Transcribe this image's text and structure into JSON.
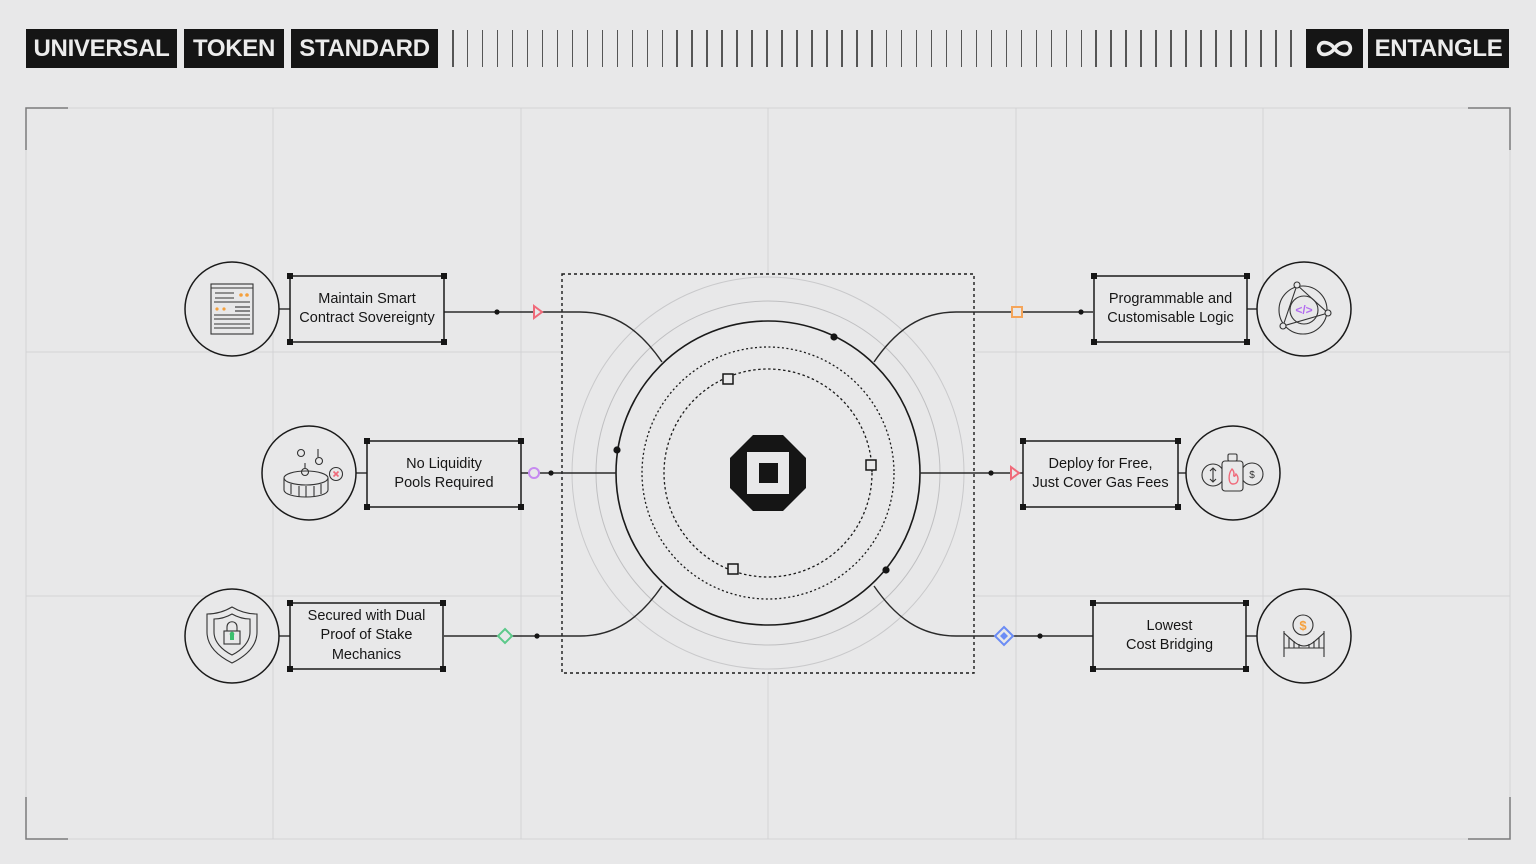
{
  "header": {
    "title_words": [
      "UNIVERSAL",
      "TOKEN",
      "STANDARD"
    ],
    "brand_icon": "infinity-icon",
    "brand_name": "ENTANGLE",
    "tick_count": 57
  },
  "center": {
    "logo_icon": "octagon-square-logo-icon"
  },
  "features": {
    "left": [
      {
        "label_lines": [
          "Maintain Smart",
          "Contract Sovereignty"
        ],
        "icon": "smart-contract-document-icon",
        "connector_marker": "triangle",
        "marker_color": "#f06a7a"
      },
      {
        "label_lines": [
          "No Liquidity",
          "Pools Required"
        ],
        "icon": "liquidity-pool-x-icon",
        "connector_marker": "circle",
        "marker_color": "#c68af0"
      },
      {
        "label_lines": [
          "Secured with Dual",
          "Proof of Stake",
          "Mechanics"
        ],
        "icon": "shield-lock-icon",
        "connector_marker": "diamond",
        "marker_color": "#5cc98a"
      }
    ],
    "right": [
      {
        "label_lines": [
          "Programmable and",
          "Customisable Logic"
        ],
        "icon": "code-network-icon",
        "connector_marker": "square",
        "marker_color": "#f5a55a"
      },
      {
        "label_lines": [
          "Deploy for Free,",
          "Just Cover Gas Fees"
        ],
        "icon": "gas-fee-icon",
        "connector_marker": "triangle",
        "marker_color": "#f06a7a"
      },
      {
        "label_lines": [
          "Lowest",
          "Cost Bridging"
        ],
        "icon": "bridge-dollar-icon",
        "connector_marker": "diamond-filled",
        "marker_color": "#6b8cf5"
      }
    ]
  },
  "colors": {
    "background": "#e8e8e9",
    "ink": "#151515",
    "grid": "#d2d2d4",
    "orange": "#f5a03c",
    "pink": "#f06a7a",
    "purple": "#b36cf0",
    "green": "#3cbf6e",
    "blue": "#6b8cf5"
  }
}
